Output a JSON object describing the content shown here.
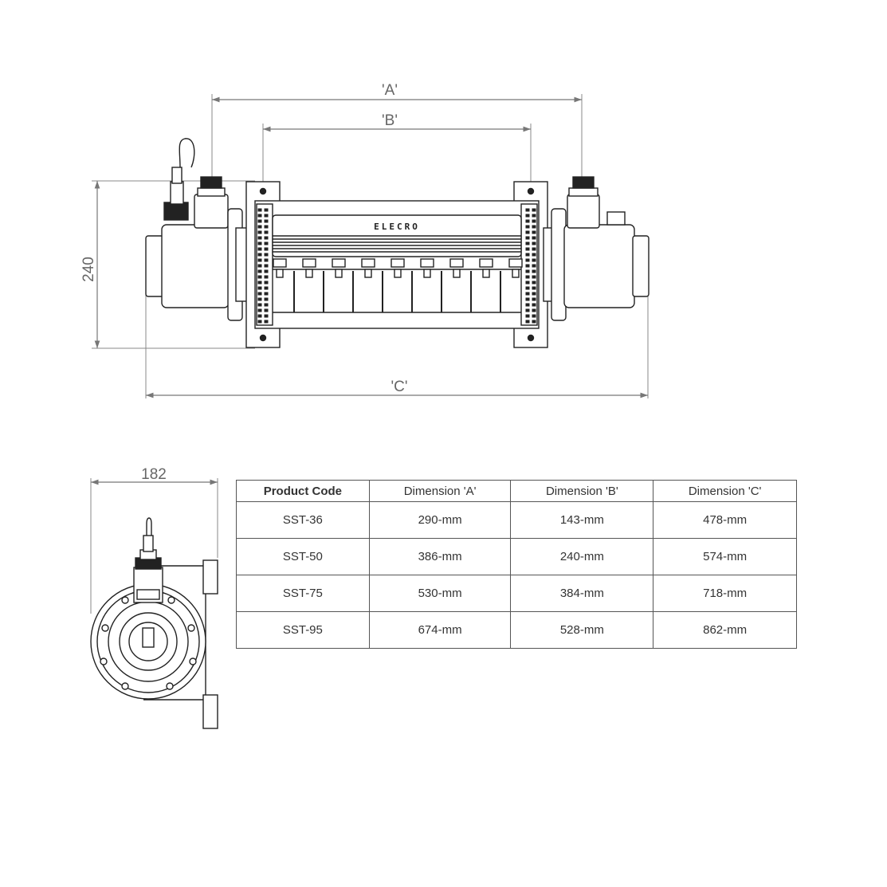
{
  "dimensions": {
    "a_label": "'A'",
    "b_label": "'B'",
    "c_label": "'C'",
    "height_label": "240",
    "width_label": "182"
  },
  "brand_logo": "ELECRO",
  "table": {
    "headers": [
      "Product Code",
      "Dimension 'A'",
      "Dimension 'B'",
      "Dimension 'C'"
    ],
    "rows": [
      [
        "SST-36",
        "290-mm",
        "143-mm",
        "478-mm"
      ],
      [
        "SST-50",
        "386-mm",
        "240-mm",
        "574-mm"
      ],
      [
        "SST-75",
        "530-mm",
        "384-mm",
        "718-mm"
      ],
      [
        "SST-95",
        "674-mm",
        "528-mm",
        "862-mm"
      ]
    ]
  }
}
